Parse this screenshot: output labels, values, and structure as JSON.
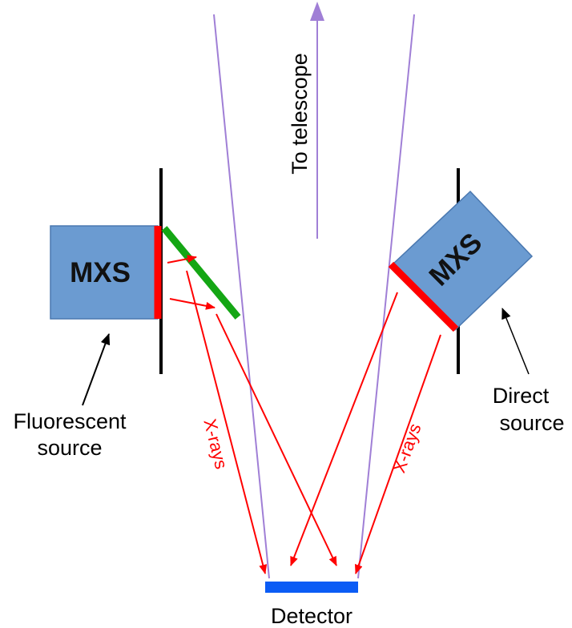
{
  "colors": {
    "mxs_box_fill": "#6b9bd1",
    "mxs_box_stroke": "#4a78b0",
    "xray_red": "#ff0000",
    "telescope_purple": "#a07fd6",
    "detector_blue": "#0b5cf5",
    "mirror_green": "#14a614",
    "wall_black": "#000000"
  },
  "labels": {
    "telescope": "To telescope",
    "mxs_left": "MXS",
    "mxs_right": "MXS",
    "fluorescent_line1": "Fluorescent",
    "fluorescent_line2": "source",
    "direct_line1": "Direct",
    "direct_line2": "source",
    "xrays_left": "X-rays",
    "xrays_right": "X-rays",
    "detector": "Detector"
  }
}
